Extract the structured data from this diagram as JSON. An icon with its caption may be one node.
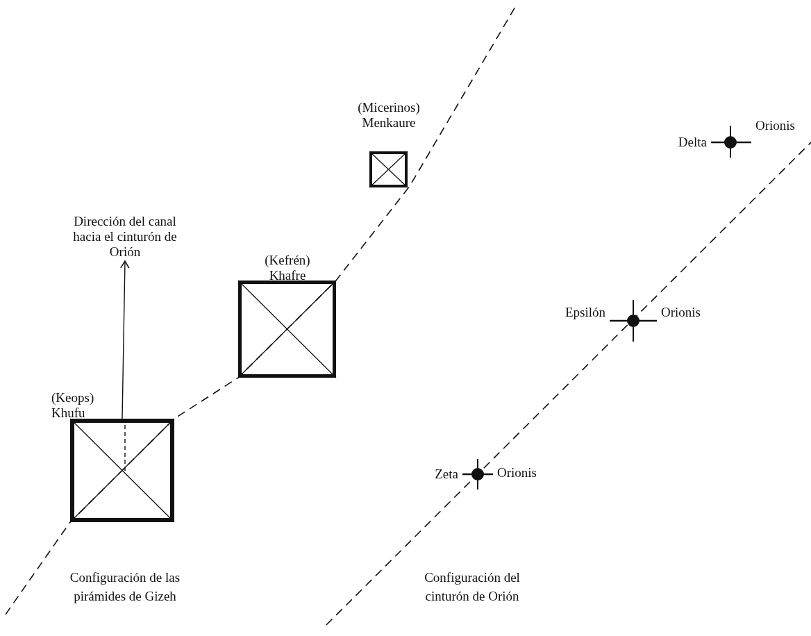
{
  "diagram": {
    "nodes": [
      {
        "text": [
          "(Micerinos) Menkaure"
        ]
      },
      {
        "text": [
          "(Kefrén) Khafre"
        ]
      },
      {
        "text": [
          "(Keops) Khufu"
        ]
      },
      {
        "text": [
          "Dirección del canal hacia el cinturón de Orión"
        ]
      },
      {
        "text": [
          "Delta",
          "Orionis"
        ]
      },
      {
        "text": [
          "Epsilón",
          "Orionis"
        ]
      },
      {
        "text": [
          "Zeta",
          "Orionis"
        ]
      }
    ],
    "edges": [
      {
        "from": 2,
        "to": 3,
        "arrow": "to"
      }
    ],
    "labels": [
      "Configuración de las pirámides de Gizeh",
      "Configuración del cinturón de Orión"
    ]
  }
}
